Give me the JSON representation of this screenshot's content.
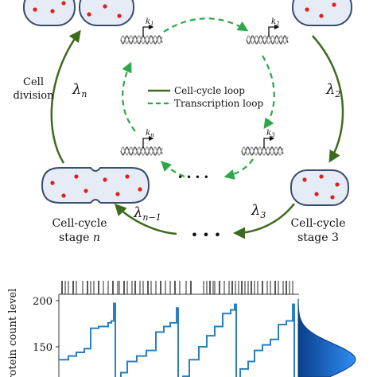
{
  "legend": {
    "cell_cycle": "Cell-cycle loop",
    "transcription": "Transcription loop"
  },
  "labels": {
    "cell_division_line1": "Cell",
    "cell_division_line2": "division",
    "stage_n_line1": "Cell-cycle",
    "stage_n_line2": "stage n",
    "stage3_line1": "Cell-cycle",
    "stage3_line2": "stage 3",
    "ellipsis": "• • •",
    "ellipsis_small": "• • • •"
  },
  "rates": {
    "lambda_n": "λn",
    "lambda_2": "λ2",
    "lambda_3": "λ3",
    "lambda_n_minus_1": "λn−1"
  },
  "transcription_rates": [
    "k1",
    "k2",
    "k3",
    "kn"
  ],
  "colors": {
    "cell_cycle_arrow": "#3d6b1e",
    "transcription_arrow": "#2ea84a",
    "cell_fill": "#e6ecf6",
    "cell_stroke": "#3a4e6e",
    "molecule": "#e0201b",
    "trace": "#2a7fbf",
    "distribution": "#1f6fd0"
  },
  "icons": {
    "gene": "dna-helix-icon",
    "promoter": "promoter-arrow-icon"
  },
  "plot": {
    "ylabel": "Protein count level",
    "yticks": [
      "200",
      "150"
    ]
  }
}
